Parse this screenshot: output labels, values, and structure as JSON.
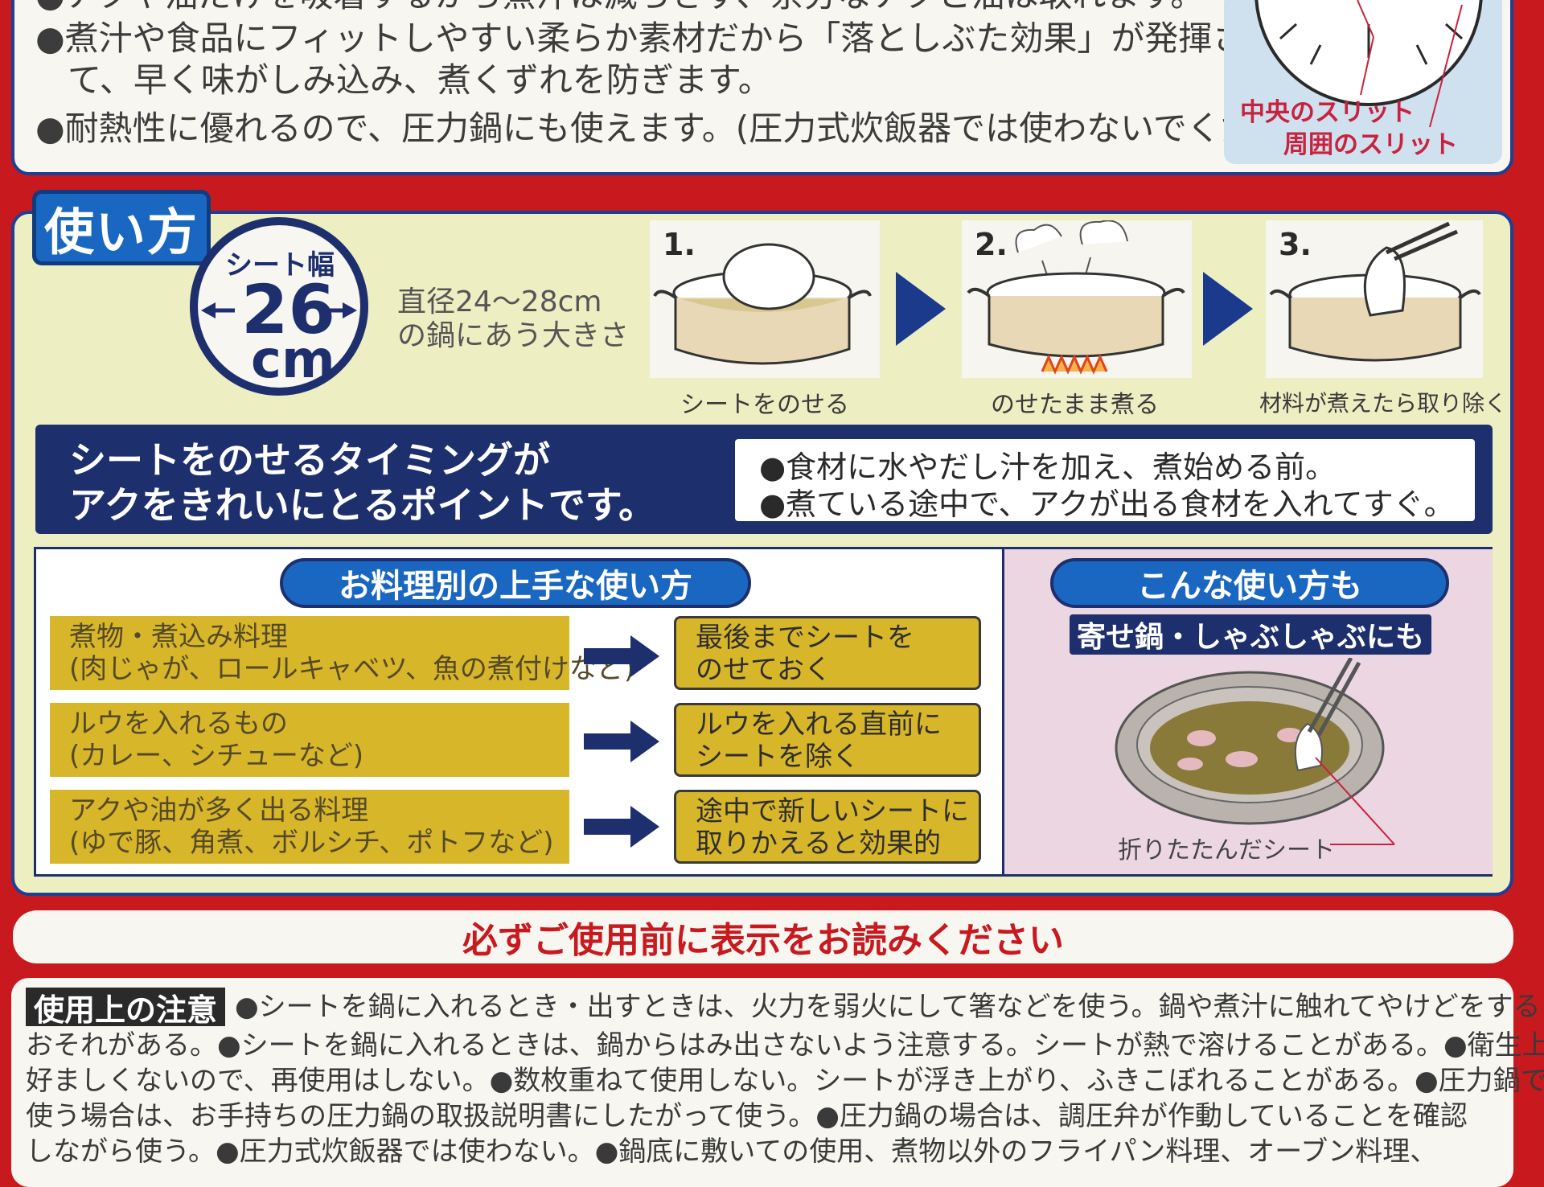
{
  "top": {
    "line_partial": "●アクや油だけを吸着するから煮汁は減らさず、余分なアクと油は取れます。",
    "line1": "●煮汁や食品にフィットしやすい柔らか素材だから「落としぶた効果」が発揮され",
    "line2": "て、早く味がしみ込み、煮くずれを防ぎます。",
    "line3": "●耐熱性に優れるので、圧力鍋にも使えます。(圧力式炊飯器では使わないでください)",
    "slit_center": "中央のスリット",
    "slit_around": "周囲のスリット"
  },
  "usage": {
    "title": "使い方",
    "badge_label": "シート幅",
    "badge_number": "26",
    "badge_unit": "cm",
    "diameter_line1": "直径24～28cm",
    "diameter_line2": "の鍋にあう大きさ",
    "steps": [
      {
        "num": "1.",
        "caption": "シートをのせる"
      },
      {
        "num": "2.",
        "caption": "のせたまま煮る"
      },
      {
        "num": "3.",
        "caption": "材料が煮えたら取り除く"
      }
    ],
    "timing_heading_line1": "シートをのせるタイミングが",
    "timing_heading_line2": "アクをきれいにとるポイントです。",
    "timing_bullet1": "●食材に水やだし汁を加え、煮始める前。",
    "timing_bullet2": "●煮ている途中で、アクが出る食材を入れてすぐ。",
    "method_heading": "お料理別の上手な使い方",
    "rows": [
      {
        "dish_line1": "煮物・煮込み料理",
        "dish_line2": "(肉じゃが、ロールキャベツ、魚の煮付けなど)",
        "tip_line1": "最後までシートを",
        "tip_line2": "のせておく"
      },
      {
        "dish_line1": "ルウを入れるもの",
        "dish_line2": "(カレー、シチューなど)",
        "tip_line1": "ルウを入れる直前に",
        "tip_line2": "シートを除く"
      },
      {
        "dish_line1": "アクや油が多く出る料理",
        "dish_line2": "(ゆで豚、角煮、ボルシチ、ポトフなど)",
        "tip_line1": "途中で新しいシートに",
        "tip_line2": "取りかえると効果的"
      }
    ],
    "other_heading": "こんな使い方も",
    "other_sub": "寄せ鍋・しゃぶしゃぶにも",
    "folded_sheet": "折りたたんだシート"
  },
  "notice": {
    "read_first": "必ずご使用前に表示をお読みください",
    "caution_title": "使用上の注意",
    "line1": "●シートを鍋に入れるとき・出すときは、火力を弱火にして箸などを使う。鍋や煮汁に触れてやけどをする",
    "line2": "おそれがある。●シートを鍋に入れるときは、鍋からはみ出さないよう注意する。シートが熱で溶けることがある。●衛生上",
    "line3": "好ましくないので、再使用はしない。●数枚重ねて使用しない。シートが浮き上がり、ふきこぼれることがある。●圧力鍋で",
    "line4": "使う場合は、お手持ちの圧力鍋の取扱説明書にしたがって使う。●圧力鍋の場合は、調圧弁が作動していることを確認",
    "line5": "しながら使う。●圧力式炊飯器では使わない。●鍋底に敷いての使用、煮物以外のフライパン料理、オーブン料理、"
  },
  "colors": {
    "red": "#c8191f",
    "navy": "#1e2f6e",
    "blue": "#1a67c2",
    "mustard": "#d8b629",
    "cream": "#eeeec3",
    "pink": "#ecd6e2"
  }
}
